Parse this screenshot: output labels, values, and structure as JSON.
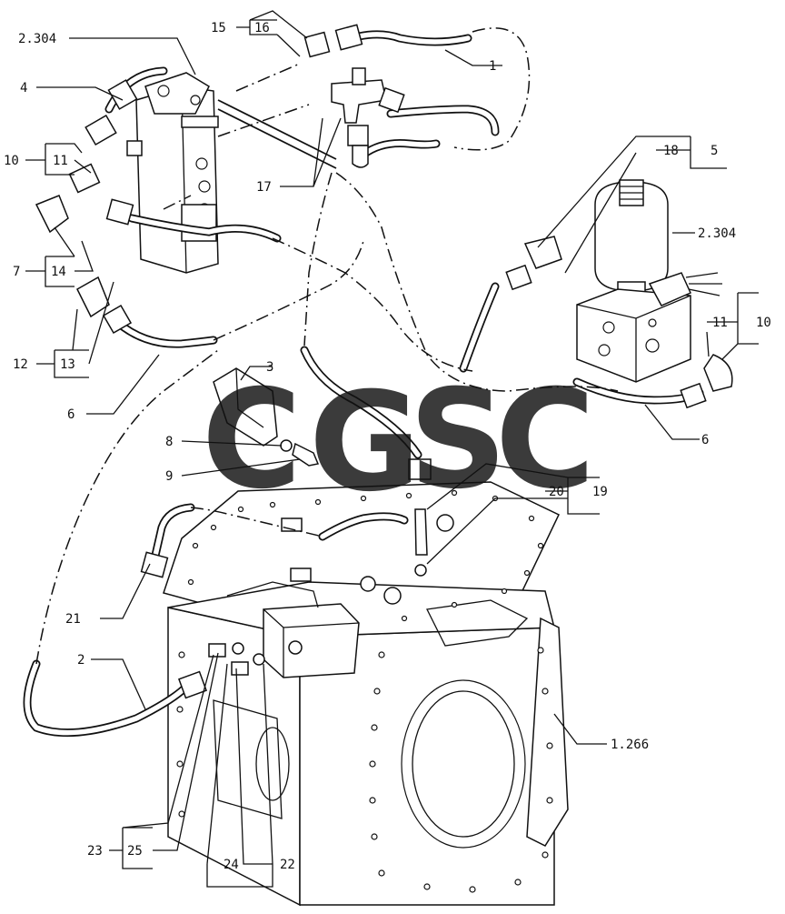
{
  "diagram": {
    "watermark": {
      "letters": [
        {
          "char": "C",
          "color": "#4f86f7"
        },
        {
          "char": "G",
          "color": "#f07b72"
        },
        {
          "char": "S",
          "color": "#f7d34a"
        },
        {
          "char": "C",
          "color": "#63c28a"
        }
      ]
    },
    "callouts": {
      "c_2304a": "2.304",
      "c_4": "4",
      "c_10a": "10",
      "c_11a": "11",
      "c_7": "7",
      "c_14": "14",
      "c_12": "12",
      "c_13": "13",
      "c_6a": "6",
      "c_15": "15",
      "c_16": "16",
      "c_1": "1",
      "c_17": "17",
      "c_18": "18",
      "c_5": "5",
      "c_2304b": "2.304",
      "c_11b": "11",
      "c_10b": "10",
      "c_6b": "6",
      "c_3": "3",
      "c_8": "8",
      "c_9": "9",
      "c_20": "20",
      "c_19": "19",
      "c_21": "21",
      "c_2": "2",
      "c_1266": "1.266",
      "c_23": "23",
      "c_25": "25",
      "c_24": "24",
      "c_22": "22"
    }
  }
}
